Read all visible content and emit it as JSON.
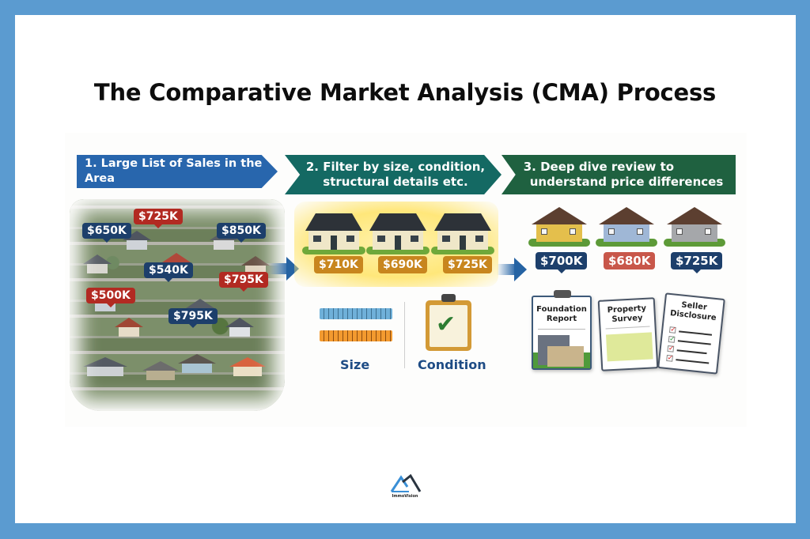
{
  "title": "The Comparative Market Analysis (CMA) Process",
  "colors": {
    "frame": "#5b9bd0",
    "step1": "#2866ad",
    "step2": "#146963",
    "step3": "#1f6140",
    "price_blue": "#1d3f6b",
    "price_red": "#b22a22",
    "price_gold": "#c8861e",
    "label_blue": "#1e4c85"
  },
  "steps": [
    {
      "label": "1. Large List of Sales in the Area"
    },
    {
      "label_line1": "2. Filter by size, condition,",
      "label_line2": "structural details etc."
    },
    {
      "label_line1": "3. Deep dive review to",
      "label_line2": "understand price differences"
    }
  ],
  "step1": {
    "price_tags": [
      {
        "value": "$725K",
        "color": "red"
      },
      {
        "value": "$650K",
        "color": "blue"
      },
      {
        "value": "$850K",
        "color": "blue"
      },
      {
        "value": "$540K",
        "color": "blue"
      },
      {
        "value": "$795K",
        "color": "red"
      },
      {
        "value": "$500K",
        "color": "red"
      },
      {
        "value": "$795K",
        "color": "blue"
      }
    ]
  },
  "step2": {
    "houses": [
      {
        "price": "$710K"
      },
      {
        "price": "$690K"
      },
      {
        "price": "$725K"
      }
    ],
    "criteria": [
      {
        "label": "Size",
        "icon": "ruler-icon"
      },
      {
        "label": "Condition",
        "icon": "clipboard-check-icon"
      }
    ]
  },
  "step3": {
    "houses": [
      {
        "price": "$700K",
        "color": "blue"
      },
      {
        "price": "$680K",
        "color": "red"
      },
      {
        "price": "$725K",
        "color": "blue"
      }
    ],
    "documents": [
      {
        "line1": "Foundation",
        "line2": "Report"
      },
      {
        "line1": "Property",
        "line2": "Survey"
      },
      {
        "line1": "Seller",
        "line2": "Disclosure"
      }
    ]
  },
  "footer": {
    "brand": "ImmoVision"
  }
}
